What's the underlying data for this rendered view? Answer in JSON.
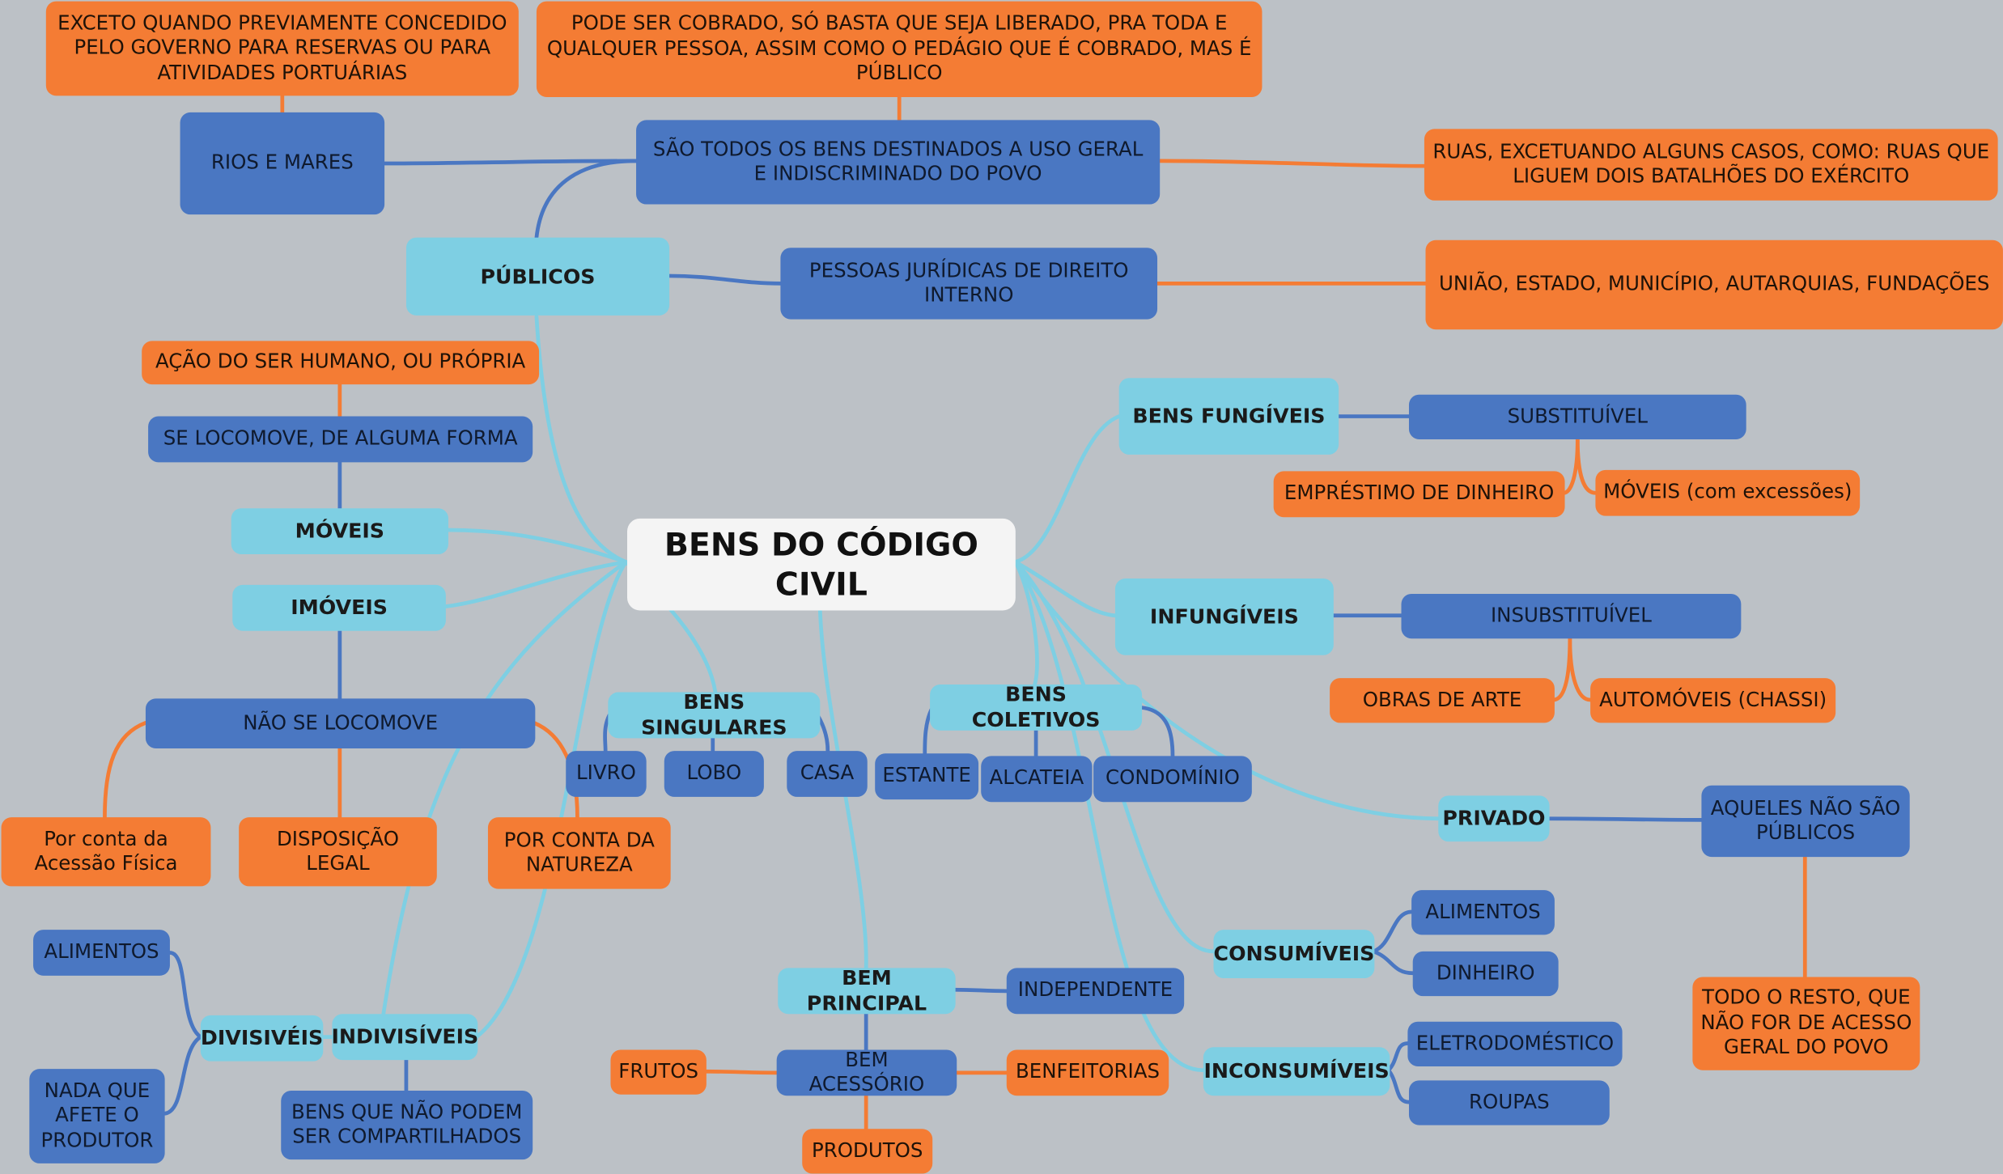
{
  "diagram": {
    "root": "BENS DO CÓDIGO CIVIL",
    "subtopics": {
      "publicos": "PÚBLICOS",
      "moveis": "MÓVEIS",
      "imoveis": "IMÓVEIS",
      "bens_singulares": "BENS SINGULARES",
      "bens_coletivos": "BENS COLETIVOS",
      "divisiveis": "DIVISIVÉIS",
      "indivisiveis": "INDIVISÍVEIS",
      "bem_principal": "BEM PRINCIPAL",
      "bens_fungiveis": "BENS FUNGÍVEIS",
      "infungiveis": "INFUNGÍVEIS",
      "privado": "PRIVADO",
      "consumiveis": "CONSUMÍVEIS",
      "inconsumiveis": "INCONSUMÍVEIS"
    },
    "blue": {
      "rios_mares": "RIOS E MARES",
      "uso_geral": "SÃO TODOS OS BENS DESTINADOS A USO GERAL E INDISCRIMINADO DO POVO",
      "pessoas_juridicas": "PESSOAS JURÍDICAS DE DIREITO INTERNO",
      "se_locomove": "SE LOCOMOVE, DE ALGUMA FORMA",
      "nao_se_locomove": "NÃO SE LOCOMOVE",
      "livro": "LIVRO",
      "lobo": "LOBO",
      "casa": "CASA",
      "estante": "ESTANTE",
      "alcateia": "ALCATEIA",
      "condominio": "CONDOMÍNIO",
      "alimentos_div": "ALIMENTOS",
      "nada_que_afete": "NADA QUE AFETE O PRODUTOR",
      "bens_nao_compartilhados": "BENS QUE NÃO PODEM SER COMPARTILHADOS",
      "bem_acessorio": "BEM ACESSÓRIO",
      "independente": "INDEPENDENTE",
      "substituivel": "SUBSTITUÍVEL",
      "insubstituivel": "INSUBSTITUÍVEL",
      "aqueles_nao_publicos": "AQUELES NÃO SÃO PÚBLICOS",
      "alimentos_cons": "ALIMENTOS",
      "dinheiro": "DINHEIRO",
      "eletrodomestico": "ELETRODOMÉSTICO",
      "roupas": "ROUPAS"
    },
    "orange": {
      "exceto": "EXCETO QUANDO PREVIAMENTE CONCEDIDO PELO GOVERNO PARA RESERVAS OU PARA ATIVIDADES PORTUÁRIAS",
      "pode_ser_cobrado": "PODE SER COBRADO, SÓ BASTA QUE SEJA LIBERADO, PRA TODA E QUALQUER PESSOA, ASSIM COMO O PEDÁGIO QUE É COBRADO, MAS É PÚBLICO",
      "ruas": "RUAS, EXCETUANDO ALGUNS CASOS, COMO: RUAS QUE LIGUEM DOIS BATALHÕES DO EXÉRCITO",
      "uniao": "UNIÃO, ESTADO, MUNICÍPIO, AUTARQUIAS, FUNDAÇÕES",
      "acao_ser_humano": "AÇÃO DO SER HUMANO, OU PRÓPRIA",
      "acessao_fisica": "Por conta da Acessão Física",
      "disposicao_legal": "DISPOSIÇÃO LEGAL",
      "por_conta_natureza": "POR CONTA DA NATUREZA",
      "emprestimo": "EMPRÉSTIMO DE DINHEIRO",
      "moveis_excessoes": "MÓVEIS (com excessões)",
      "obras_arte": "OBRAS DE ARTE",
      "automoveis": "AUTOMÓVEIS (CHASSI)",
      "todo_resto": "TODO O RESTO, QUE NÃO FOR DE ACESSO GERAL DO POVO",
      "frutos": "FRUTOS",
      "benfeitorias": "BENFEITORIAS",
      "produtos": "PRODUTOS"
    },
    "colors": {
      "background": "#bcc1c6",
      "root": "#f4f4f4",
      "subtopic": "#7ecfe3",
      "blue": "#4a77c2",
      "orange": "#f47c34"
    }
  }
}
